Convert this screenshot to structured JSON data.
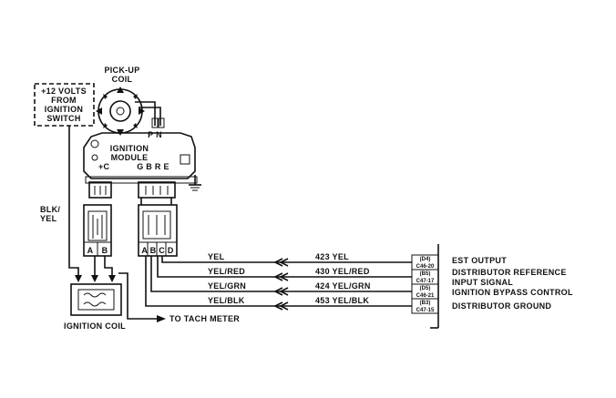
{
  "labels": {
    "ignition_switch_line1": "+12 VOLTS",
    "ignition_switch_line2": "FROM",
    "ignition_switch_line3": "IGNITION",
    "ignition_switch_line4": "SWITCH",
    "pickup_coil_line1": "PICK-UP",
    "pickup_coil_line2": "COIL",
    "pickup_pins": "P N",
    "module_line1": "IGNITION",
    "module_line2": "MODULE",
    "module_plus_c": "+C",
    "module_pins": "G B R E",
    "blk_yel_line1": "BLK/",
    "blk_yel_line2": "YEL",
    "conn_ab_a": "A",
    "conn_ab_b": "B",
    "conn_abcd": "A B C D",
    "ignition_coil": "IGNITION COIL",
    "to_tach_meter": "TO TACH METER"
  },
  "wires": [
    {
      "color": "YEL",
      "circuit": "423 YEL",
      "ecm_pin_line1": "(D4)",
      "ecm_pin_line2": "C46-20",
      "function": "EST OUTPUT"
    },
    {
      "color": "YEL/RED",
      "circuit": "430 YEL/RED",
      "ecm_pin_line1": "(B5)",
      "ecm_pin_line2": "C47-17",
      "function": "DISTRIBUTOR REFERENCE"
    },
    {
      "color": "YEL/GRN",
      "circuit": "424 YEL/GRN",
      "ecm_pin_line1": "(D5)",
      "ecm_pin_line2": "C46-21",
      "function": "IGNITION BYPASS CONTROL"
    },
    {
      "color": "YEL/BLK",
      "circuit": "453 YEL/BLK",
      "ecm_pin_line1": "(B3)",
      "ecm_pin_line2": "C47-15",
      "function": "DISTRIBUTOR GROUND"
    }
  ],
  "distributor_reference_extra": "INPUT SIGNAL"
}
